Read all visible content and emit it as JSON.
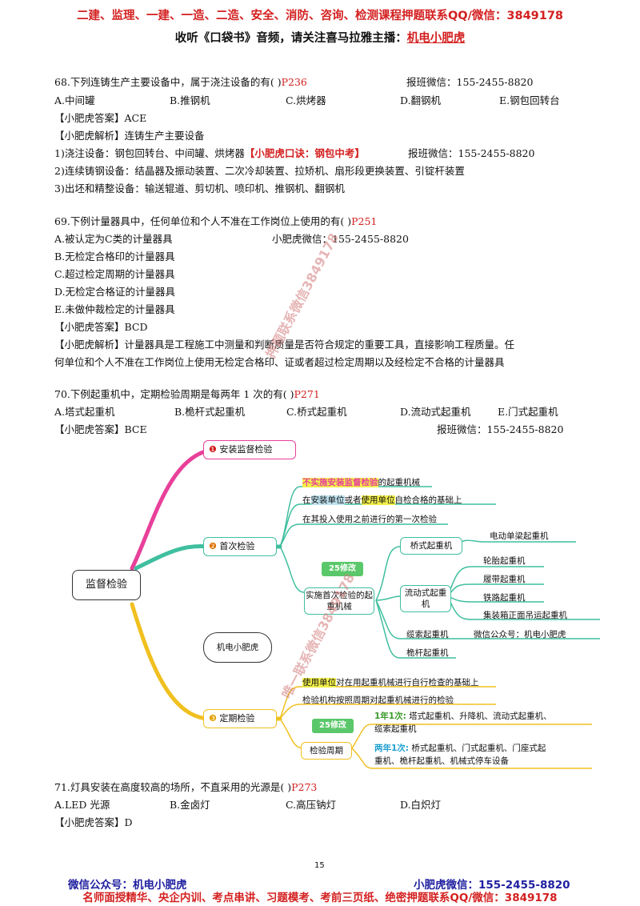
{
  "header": {
    "line1": "二建、监理、一建、一造、二造、安全、消防、咨询、检测课程押题联系QQ/微信：3849178",
    "line2_prefix": "收听《口袋书》音频，请关注喜马拉雅主播：",
    "line2_name": "机电小肥虎"
  },
  "q68": {
    "stem": "68.下列连铸生产主要设备中，属于浇注设备的有(            )",
    "page_ref": "P236",
    "wechat": "报班微信：155-2455-8820",
    "opts": [
      "A.中间罐",
      "B.推钢机",
      "C.烘烤器",
      "D.翻钢机",
      "E.钢包回转台"
    ],
    "answer": "【小肥虎答案】ACE",
    "analysis_title": "【小肥虎解析】连铸生产主要设备",
    "a1_prefix": "1)浇注设备：钢包回转台、中间罐、烘烤器",
    "a1_tip": "【小肥虎口诀：钢包中考】",
    "a1_wechat": "报班微信：155-2455-8820",
    "a2": "2)连续铸钢设备：结晶器及振动装置、二次冷却装置、拉矫机、扇形段更换装置、引锭杆装置",
    "a3": "3)出坯和精整设备：输送辊道、剪切机、喷印机、推钢机、翻钢机"
  },
  "q69": {
    "stem": "69.下例计量器具中，任何单位和个人不准在工作岗位上使用的有(           )",
    "page_ref": "P251",
    "opts": [
      "A.被认定为C类的计量器具",
      "B.无检定合格印的计量器具",
      "C.超过检定周期的计量器具",
      "D.无检定合格证的计量器具",
      "E.未做仲裁检定的计量器具"
    ],
    "wechat": "小肥虎微信：155-2455-8820",
    "answer": "【小肥虎答案】BCD",
    "analysis1": "【小肥虎解析】计量器具是工程施工中测量和判断质量是否符合规定的重要工具，直接影响工程质量。任",
    "analysis2": "何单位和个人不准在工作岗位上使用无检定合格印、证或者超过检定周期以及经检定不合格的计量器具"
  },
  "q70": {
    "stem": "70.下例起重机中，定期检验周期是每两年 1 次的有(           )",
    "page_ref": "P271",
    "opts": [
      "A.塔式起重机",
      "B.桅杆式起重机",
      "C.桥式起重机",
      "D.流动式起重机",
      "E.门式起重机"
    ],
    "answer": "【小肥虎答案】BCE",
    "wechat": "报班微信：155-2455-8820"
  },
  "mindmap": {
    "root": "监督检验",
    "b1_num": "❶",
    "b1": "安装监督检验",
    "b2_num": "❷",
    "b2": "首次检验",
    "b3_num": "❸",
    "b3": "定期检验",
    "cloud": "机电小肥虎",
    "f1_hl": "不实施安装监督检验",
    "f1_rest": "的起重机械",
    "f2_a": "在",
    "f2_hl1": "安装单位",
    "f2_b": "或者",
    "f2_hl2": "使用单位",
    "f2_c": "自检合格的基础上",
    "f3": "在其投入使用之前进行的第一次检验",
    "badge25a": "25修改",
    "impl": "实施首次检验的起重机械",
    "c1": "桥式起重机",
    "c1a": "电动单梁起重机",
    "c2": "流动式起重机",
    "c2a": "轮胎起重机",
    "c2b": "履带起重机",
    "c2c": "铁路起重机",
    "c2d": "集装箱正面吊运起重机",
    "c3": "缆索起重机",
    "c3w": "微信公众号：机电小肥虎",
    "c4": "桅杆起重机",
    "p1_hl": "使用单位",
    "p1_rest": "对在用起重机械进行自行检查的基础上",
    "p2": "检验机构按照周期对起重机械进行的检验",
    "badge25b": "25修改",
    "cycle": "检验周期",
    "y1_label": "1年1次:",
    "y1_text": "塔式起重机、升降机、流动式起重机、",
    "y1_text2": "缆索起重机",
    "y2_label": "两年1次:",
    "y2_text": "桥式起重机、门式起重机、门座式起",
    "y2_text2": "重机、桅杆起重机、机械式停车设备"
  },
  "watermark": {
    "w1": "押题联系微信3849178",
    "w2": "唯一联系微信3849178"
  },
  "q71": {
    "stem": "71.灯具安装在高度较高的场所，不直采用的光源是(           )",
    "page_ref": "P273",
    "opts": [
      "A.LED 光源",
      "B.金卤灯",
      "C.高压钠灯",
      "D.白炽灯"
    ],
    "answer": "【小肥虎答案】D"
  },
  "footer": {
    "page_num": "15",
    "left": "微信公众号：机电小肥虎",
    "right": "小肥虎微信：155-2455-8820",
    "line2": "名师面授精华、央企内训、考点串讲、习题模考、考前三页纸、绝密押题联系QQ/微信：3849178"
  },
  "colors": {
    "red": "#d42020",
    "pink": "#e8409a",
    "teal": "#3fbf9f",
    "yellow": "#f0c020",
    "highlight": "#f3f04a",
    "footer_blue": "#2020a0"
  }
}
